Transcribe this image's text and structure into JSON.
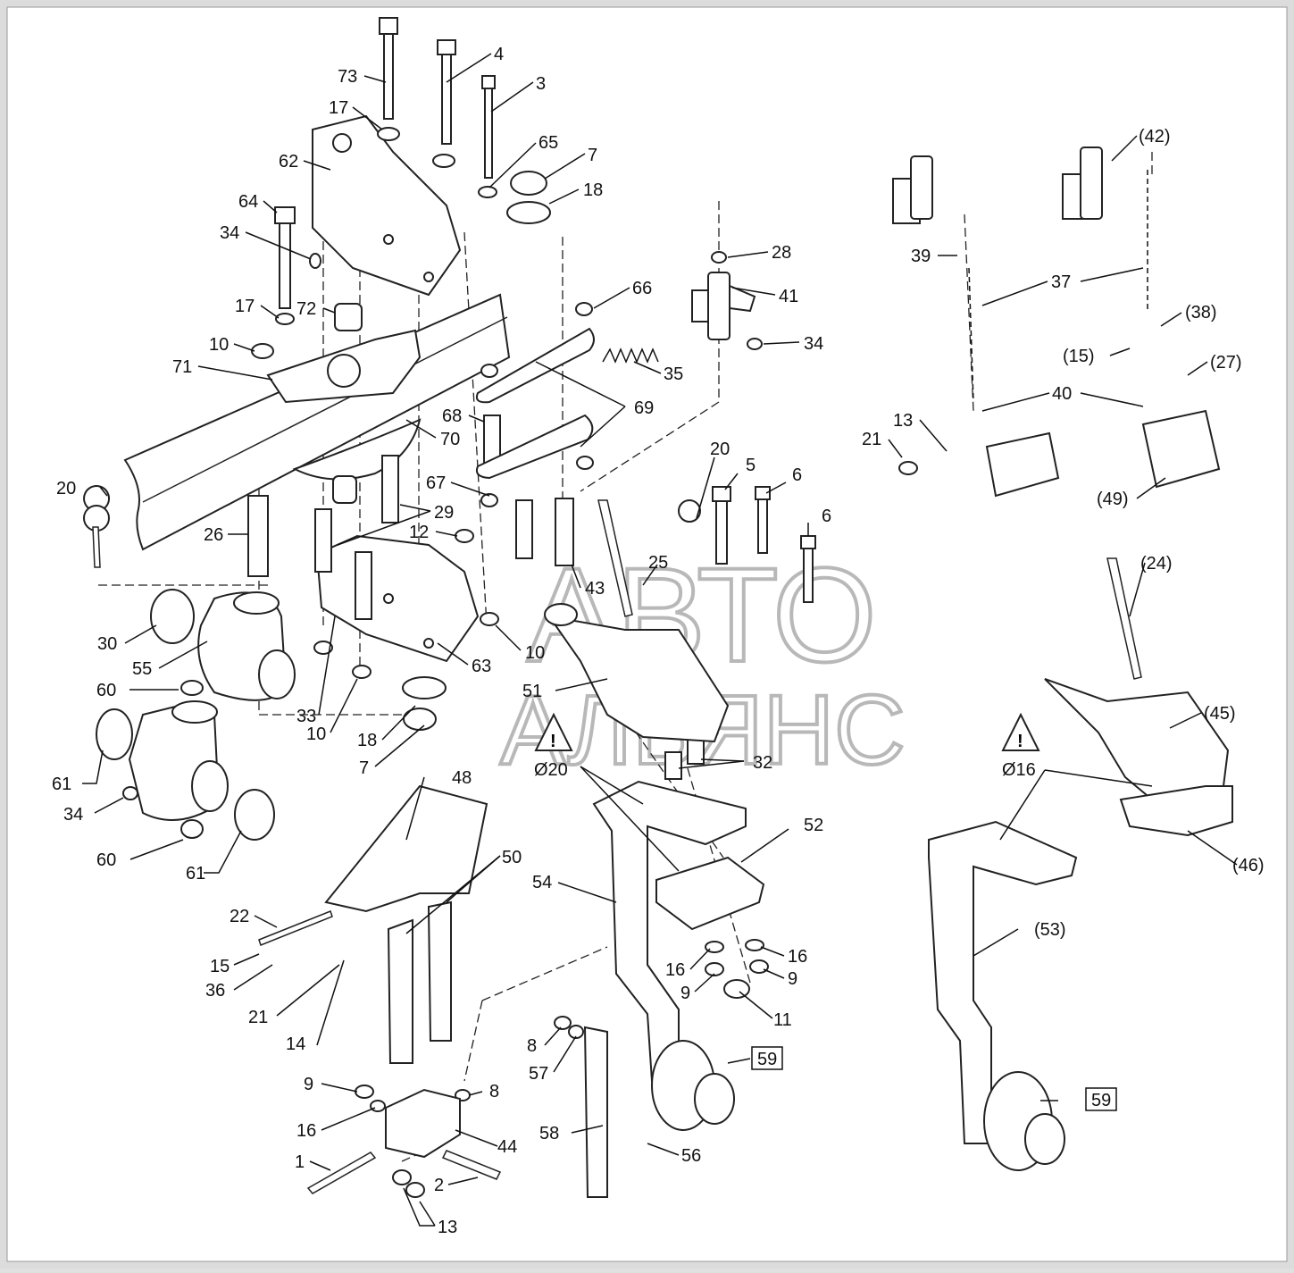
{
  "watermark": {
    "line1": "АВТО",
    "line2": "АЛЬЯНС"
  },
  "warnings": [
    {
      "label": "Ø20",
      "symbol": "!"
    },
    {
      "label": "Ø16",
      "symbol": "!"
    }
  ],
  "labels": [
    {
      "text": "73"
    },
    {
      "text": "4"
    },
    {
      "text": "3"
    },
    {
      "text": "17"
    },
    {
      "text": "62"
    },
    {
      "text": "65"
    },
    {
      "text": "7"
    },
    {
      "text": "18"
    },
    {
      "text": "64"
    },
    {
      "text": "34"
    },
    {
      "text": "17"
    },
    {
      "text": "72"
    },
    {
      "text": "10"
    },
    {
      "text": "71"
    },
    {
      "text": "28"
    },
    {
      "text": "66"
    },
    {
      "text": "41"
    },
    {
      "text": "34"
    },
    {
      "text": "35"
    },
    {
      "text": "69"
    },
    {
      "text": "68"
    },
    {
      "text": "70"
    },
    {
      "text": "20"
    },
    {
      "text": "67"
    },
    {
      "text": "29"
    },
    {
      "text": "12"
    },
    {
      "text": "26"
    },
    {
      "text": "43"
    },
    {
      "text": "30"
    },
    {
      "text": "55"
    },
    {
      "text": "10"
    },
    {
      "text": "63"
    },
    {
      "text": "60"
    },
    {
      "text": "33"
    },
    {
      "text": "10"
    },
    {
      "text": "18"
    },
    {
      "text": "7"
    },
    {
      "text": "61"
    },
    {
      "text": "34"
    },
    {
      "text": "60"
    },
    {
      "text": "61"
    },
    {
      "text": "20"
    },
    {
      "text": "5"
    },
    {
      "text": "6"
    },
    {
      "text": "6"
    },
    {
      "text": "25"
    },
    {
      "text": "51"
    },
    {
      "text": "32"
    },
    {
      "text": "48"
    },
    {
      "text": "52"
    },
    {
      "text": "50"
    },
    {
      "text": "54"
    },
    {
      "text": "22"
    },
    {
      "text": "15"
    },
    {
      "text": "36"
    },
    {
      "text": "21"
    },
    {
      "text": "14"
    },
    {
      "text": "16"
    },
    {
      "text": "16"
    },
    {
      "text": "9"
    },
    {
      "text": "9"
    },
    {
      "text": "11"
    },
    {
      "text": "8"
    },
    {
      "text": "57"
    },
    {
      "text": "58"
    },
    {
      "text": "9"
    },
    {
      "text": "8"
    },
    {
      "text": "16"
    },
    {
      "text": "44"
    },
    {
      "text": "1"
    },
    {
      "text": "2"
    },
    {
      "text": "13"
    },
    {
      "text": "56"
    },
    {
      "text": "(42)"
    },
    {
      "text": "39"
    },
    {
      "text": "37"
    },
    {
      "text": "(38)"
    },
    {
      "text": "(15)"
    },
    {
      "text": "(27)"
    },
    {
      "text": "13"
    },
    {
      "text": "40"
    },
    {
      "text": "21"
    },
    {
      "text": "(49)"
    },
    {
      "text": "(24)"
    },
    {
      "text": "(45)"
    },
    {
      "text": "(46)"
    },
    {
      "text": "(53)"
    }
  ],
  "boxed_labels": [
    {
      "text": "59"
    },
    {
      "text": "59"
    }
  ]
}
